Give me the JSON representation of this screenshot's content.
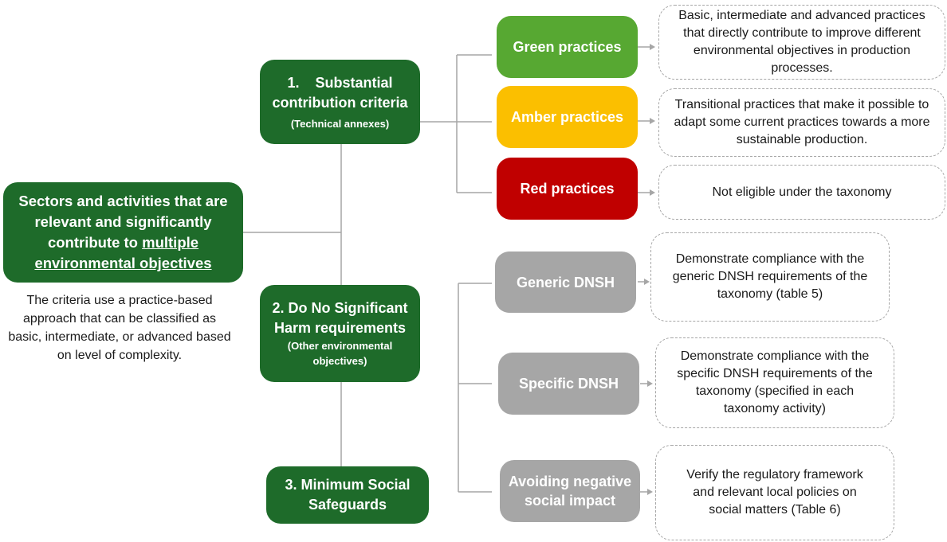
{
  "main_box": {
    "line1": "Sectors and activities that are",
    "line2": "relevant and significantly",
    "line3_prefix": "contribute to ",
    "line3_underlined": "multiple",
    "line4_underlined": "environmental objectives"
  },
  "main_note": "The criteria use a practice-based approach that can be classified as basic, intermediate, or advanced based on level of complexity.",
  "criteria": {
    "substantial": {
      "title": "1.    Substantial contribution criteria",
      "subtitle": "(Technical annexes)"
    },
    "dnsh": {
      "title": "2. Do No Significant Harm requirements",
      "subtitle": "(Other environmental objectives)"
    },
    "safeguards": {
      "title": "3. Minimum Social Safeguards"
    }
  },
  "practices": {
    "green": {
      "label": "Green practices",
      "description": "Basic, intermediate and advanced practices that directly contribute to improve different environmental objectives in production processes."
    },
    "amber": {
      "label": "Amber practices",
      "description": "Transitional practices that make it possible to adapt some current practices towards a more sustainable production."
    },
    "red": {
      "label": "Red practices",
      "description": "Not eligible under the taxonomy"
    }
  },
  "requirements": {
    "generic": {
      "label": "Generic DNSH",
      "description": "Demonstrate compliance with the generic DNSH requirements of the taxonomy (table 5)"
    },
    "specific": {
      "label": "Specific DNSH",
      "description": "Demonstrate compliance with the specific DNSH requirements of the taxonomy (specified in each taxonomy activity)"
    },
    "social": {
      "label": "Avoiding negative social impact",
      "description": "Verify the regulatory framework and relevant local policies on social matters (Table 6)"
    }
  },
  "colors": {
    "dark_green": "#1e6b2a",
    "green": "#57a832",
    "amber": "#fbbf00",
    "red": "#c00000",
    "grey": "#a6a6a6",
    "connector": "#a6a6a6"
  }
}
